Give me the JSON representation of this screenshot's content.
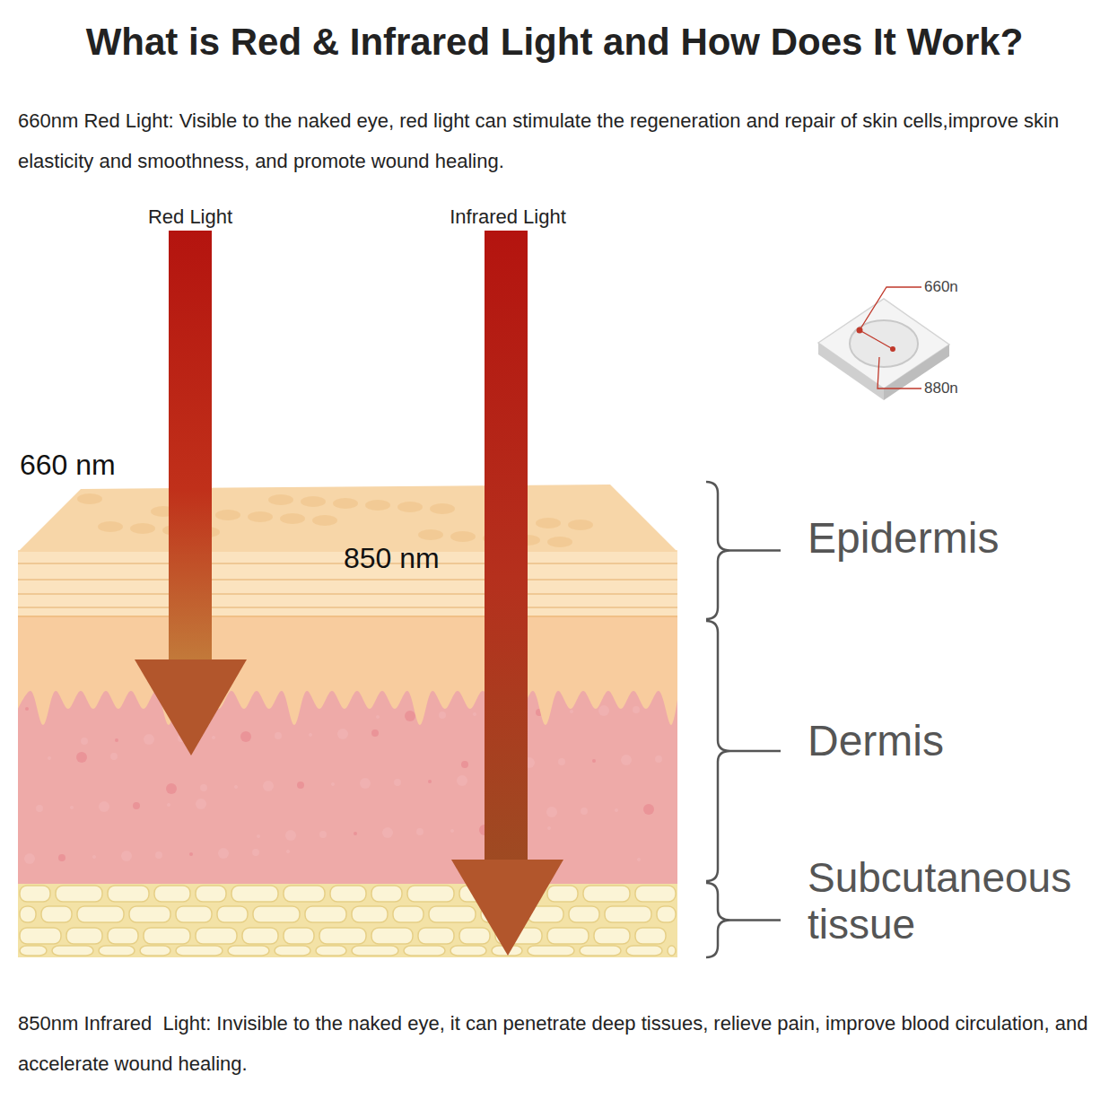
{
  "diagram": {
    "title": "What is Red & Infrared Light and How Does It Work?",
    "labels": [
      "660nm Red Light: Visible to the naked eye, red light can stimulate the regeneration and repair of skin cells,improve skin elasticity and smoothness, and promote wound healing.",
      "Red Light",
      "Infrared Light",
      "660n",
      "880n",
      "660 nm",
      "850 nm",
      "Epidermis",
      "Dermis",
      "Subcutaneous tissue",
      "850nm Infrared  Light: Invisible to the naked eye, it can penetrate deep tissues, relieve pain, improve blood circulation, and accelerate wound healing."
    ]
  }
}
